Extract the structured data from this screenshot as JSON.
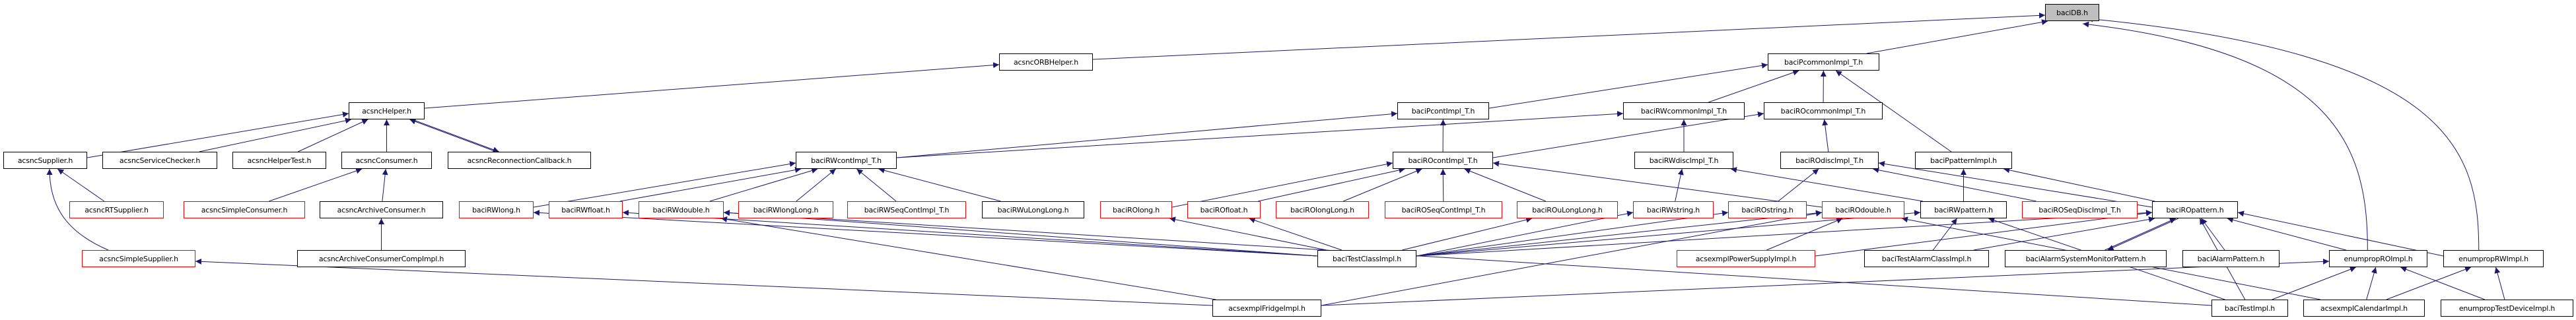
{
  "graph": {
    "title": "baciDB.h",
    "colors": {
      "edge": "#191970",
      "node_border": "#000000",
      "truncated_border": "#ff0000",
      "root_fill": "#bfbfbf"
    },
    "nodes": [
      {
        "id": "baciDB",
        "label": "baciDB.h",
        "root": true
      },
      {
        "id": "acsncORBHelper",
        "label": "acsncORBHelper.h"
      },
      {
        "id": "baciPcommonImpl",
        "label": "baciPcommonImpl_T.h"
      },
      {
        "id": "acsncHelper",
        "label": "acsncHelper.h"
      },
      {
        "id": "baciPcontImpl",
        "label": "baciPcontImpl_T.h"
      },
      {
        "id": "baciRWcommonImpl",
        "label": "baciRWcommonImpl_T.h"
      },
      {
        "id": "baciROcommonImpl",
        "label": "baciROcommonImpl_T.h"
      },
      {
        "id": "acsncSupplier",
        "label": "acsncSupplier.h"
      },
      {
        "id": "acsncServiceChecker",
        "label": "acsncServiceChecker.h"
      },
      {
        "id": "acsncHelperTest",
        "label": "acsncHelperTest.h"
      },
      {
        "id": "acsncConsumer",
        "label": "acsncConsumer.h"
      },
      {
        "id": "acsncReconnectionCallback",
        "label": "acsncReconnectionCallback.h"
      },
      {
        "id": "baciRWcontImpl",
        "label": "baciRWcontImpl_T.h"
      },
      {
        "id": "baciROcontImpl",
        "label": "baciROcontImpl_T.h"
      },
      {
        "id": "baciRWdiscImpl",
        "label": "baciRWdiscImpl_T.h"
      },
      {
        "id": "baciROdiscImpl",
        "label": "baciROdiscImpl_T.h"
      },
      {
        "id": "baciPpatternImpl",
        "label": "baciPpatternImpl.h"
      },
      {
        "id": "acsncRTSupplier",
        "label": "acsncRTSupplier.h",
        "truncated": true
      },
      {
        "id": "acsncSimpleConsumer",
        "label": "acsncSimpleConsumer.h",
        "truncated": true
      },
      {
        "id": "acsncArchiveConsumer",
        "label": "acsncArchiveConsumer.h"
      },
      {
        "id": "baciRWlong",
        "label": "baciRWlong.h",
        "truncated": true
      },
      {
        "id": "baciRWfloat",
        "label": "baciRWfloat.h",
        "truncated": true
      },
      {
        "id": "baciRWdouble",
        "label": "baciRWdouble.h",
        "truncated": true
      },
      {
        "id": "baciRWlongLong",
        "label": "baciRWlongLong.h",
        "truncated": true
      },
      {
        "id": "baciRWSeqContImpl",
        "label": "baciRWSeqContImpl_T.h",
        "truncated": true
      },
      {
        "id": "baciRWuLongLong",
        "label": "baciRWuLongLong.h"
      },
      {
        "id": "baciROlong",
        "label": "baciROlong.h",
        "truncated": true
      },
      {
        "id": "baciROfloat",
        "label": "baciROfloat.h",
        "truncated": true
      },
      {
        "id": "baciROlongLong",
        "label": "baciROlongLong.h",
        "truncated": true
      },
      {
        "id": "baciROSeqContImpl",
        "label": "baciROSeqContImpl_T.h",
        "truncated": true
      },
      {
        "id": "baciROuLongLong",
        "label": "baciROuLongLong.h",
        "truncated": true
      },
      {
        "id": "baciRWstring",
        "label": "baciRWstring.h",
        "truncated": true
      },
      {
        "id": "baciROstring",
        "label": "baciROstring.h",
        "truncated": true
      },
      {
        "id": "baciROdouble",
        "label": "baciROdouble.h",
        "truncated": true
      },
      {
        "id": "baciRWpattern",
        "label": "baciRWpattern.h"
      },
      {
        "id": "baciROSeqDiscImpl",
        "label": "baciROSeqDiscImpl_T.h",
        "truncated": true
      },
      {
        "id": "baciROpattern",
        "label": "baciROpattern.h"
      },
      {
        "id": "acsncSimpleSupplier",
        "label": "acsncSimpleSupplier.h",
        "truncated": true
      },
      {
        "id": "acsncArchiveConsumerCompImpl",
        "label": "acsncArchiveConsumerCompImpl.h"
      },
      {
        "id": "baciTestClassImpl",
        "label": "baciTestClassImpl.h"
      },
      {
        "id": "acsexmplPowerSupplyImpl",
        "label": "acsexmplPowerSupplyImpl.h",
        "truncated": true
      },
      {
        "id": "baciTestAlarmClassImpl",
        "label": "baciTestAlarmClassImpl.h"
      },
      {
        "id": "baciAlarmSystemMonitorPattern",
        "label": "baciAlarmSystemMonitorPattern.h"
      },
      {
        "id": "baciAlarmPattern",
        "label": "baciAlarmPattern.h"
      },
      {
        "id": "enumpropROImpl",
        "label": "enumpropROImpl.h"
      },
      {
        "id": "enumpropRWImpl",
        "label": "enumpropRWImpl.h"
      },
      {
        "id": "acsexmplFridgeImpl",
        "label": "acsexmplFridgeImpl.h"
      },
      {
        "id": "baciTestImpl",
        "label": "baciTestImpl.h"
      },
      {
        "id": "acsexmplCalendarImpl",
        "label": "acsexmplCalendarImpl.h"
      },
      {
        "id": "enumpropTestDeviceImpl",
        "label": "enumpropTestDeviceImpl.h"
      }
    ],
    "edges": [
      [
        "acsncORBHelper",
        "baciDB"
      ],
      [
        "baciPcommonImpl",
        "baciDB"
      ],
      [
        "enumpropROImpl",
        "baciDB"
      ],
      [
        "enumpropRWImpl",
        "baciDB"
      ],
      [
        "acsncHelper",
        "acsncORBHelper"
      ],
      [
        "baciPcontImpl",
        "baciPcommonImpl"
      ],
      [
        "baciRWcommonImpl",
        "baciPcommonImpl"
      ],
      [
        "baciROcommonImpl",
        "baciPcommonImpl"
      ],
      [
        "baciPpatternImpl",
        "baciPcommonImpl"
      ],
      [
        "acsncSupplier",
        "acsncHelper"
      ],
      [
        "acsncServiceChecker",
        "acsncHelper"
      ],
      [
        "acsncHelperTest",
        "acsncHelper"
      ],
      [
        "acsncConsumer",
        "acsncHelper"
      ],
      [
        "acsncReconnectionCallback",
        "acsncHelper"
      ],
      [
        "acsncHelper",
        "acsncReconnectionCallback"
      ],
      [
        "baciRWcontImpl",
        "baciPcontImpl"
      ],
      [
        "baciRWcontImpl",
        "baciRWcommonImpl"
      ],
      [
        "baciROcontImpl",
        "baciPcontImpl"
      ],
      [
        "baciROcontImpl",
        "baciROcommonImpl"
      ],
      [
        "baciRWdiscImpl",
        "baciRWcommonImpl"
      ],
      [
        "baciROdiscImpl",
        "baciROcommonImpl"
      ],
      [
        "acsncRTSupplier",
        "acsncSupplier"
      ],
      [
        "acsncSimpleSupplier",
        "acsncSupplier"
      ],
      [
        "acsncSimpleConsumer",
        "acsncConsumer"
      ],
      [
        "acsncArchiveConsumer",
        "acsncConsumer"
      ],
      [
        "acsncArchiveConsumerCompImpl",
        "acsncArchiveConsumer"
      ],
      [
        "baciRWlong",
        "baciRWcontImpl"
      ],
      [
        "baciRWfloat",
        "baciRWcontImpl"
      ],
      [
        "baciRWdouble",
        "baciRWcontImpl"
      ],
      [
        "baciRWlongLong",
        "baciRWcontImpl"
      ],
      [
        "baciRWSeqContImpl",
        "baciRWcontImpl"
      ],
      [
        "baciRWuLongLong",
        "baciRWcontImpl"
      ],
      [
        "baciROlong",
        "baciROcontImpl"
      ],
      [
        "baciROfloat",
        "baciROcontImpl"
      ],
      [
        "baciROlongLong",
        "baciROcontImpl"
      ],
      [
        "baciROSeqContImpl",
        "baciROcontImpl"
      ],
      [
        "baciROuLongLong",
        "baciROcontImpl"
      ],
      [
        "baciROdouble",
        "baciROcontImpl"
      ],
      [
        "baciRWstring",
        "baciRWdiscImpl"
      ],
      [
        "baciRWpattern",
        "baciRWdiscImpl"
      ],
      [
        "baciROstring",
        "baciROdiscImpl"
      ],
      [
        "baciROSeqDiscImpl",
        "baciROdiscImpl"
      ],
      [
        "baciROpattern",
        "baciROdiscImpl"
      ],
      [
        "baciRWpattern",
        "baciPpatternImpl"
      ],
      [
        "baciROpattern",
        "baciPpatternImpl"
      ],
      [
        "baciTestClassImpl",
        "baciRWlong"
      ],
      [
        "baciTestClassImpl",
        "baciRWfloat"
      ],
      [
        "baciTestClassImpl",
        "baciRWdouble"
      ],
      [
        "baciTestClassImpl",
        "baciROlong"
      ],
      [
        "baciTestClassImpl",
        "baciROfloat"
      ],
      [
        "baciTestClassImpl",
        "baciROuLongLong"
      ],
      [
        "baciTestClassImpl",
        "baciRWstring"
      ],
      [
        "baciTestClassImpl",
        "baciROstring"
      ],
      [
        "baciTestClassImpl",
        "baciROdouble"
      ],
      [
        "baciTestClassImpl",
        "baciRWpattern"
      ],
      [
        "baciTestClassImpl",
        "baciROpattern"
      ],
      [
        "acsexmplFridgeImpl",
        "baciRWdouble"
      ],
      [
        "acsexmplFridgeImpl",
        "baciROdouble"
      ],
      [
        "acsexmplFridgeImpl",
        "enumpropROImpl"
      ],
      [
        "acsexmplFridgeImpl",
        "acsncSimpleSupplier"
      ],
      [
        "acsexmplPowerSupplyImpl",
        "baciROdouble"
      ],
      [
        "acsexmplPowerSupplyImpl",
        "baciROpattern"
      ],
      [
        "baciTestAlarmClassImpl",
        "baciRWpattern"
      ],
      [
        "baciTestAlarmClassImpl",
        "baciROpattern"
      ],
      [
        "baciAlarmSystemMonitorPattern",
        "baciROpattern"
      ],
      [
        "baciROpattern",
        "baciAlarmSystemMonitorPattern"
      ],
      [
        "baciAlarmPattern",
        "baciROpattern"
      ],
      [
        "enumpropROImpl",
        "baciROpattern"
      ],
      [
        "enumpropRWImpl",
        "baciROpattern"
      ],
      [
        "baciTestImpl",
        "baciROpattern"
      ],
      [
        "baciTestImpl",
        "enumpropROImpl"
      ],
      [
        "baciTestImpl",
        "baciRWdouble"
      ],
      [
        "baciTestImpl",
        "baciRWpattern"
      ],
      [
        "acsexmplCalendarImpl",
        "enumpropROImpl"
      ],
      [
        "acsexmplCalendarImpl",
        "enumpropRWImpl"
      ],
      [
        "acsexmplCalendarImpl",
        "baciROdouble"
      ],
      [
        "enumpropTestDeviceImpl",
        "enumpropROImpl"
      ],
      [
        "enumpropTestDeviceImpl",
        "enumpropRWImpl"
      ]
    ]
  }
}
